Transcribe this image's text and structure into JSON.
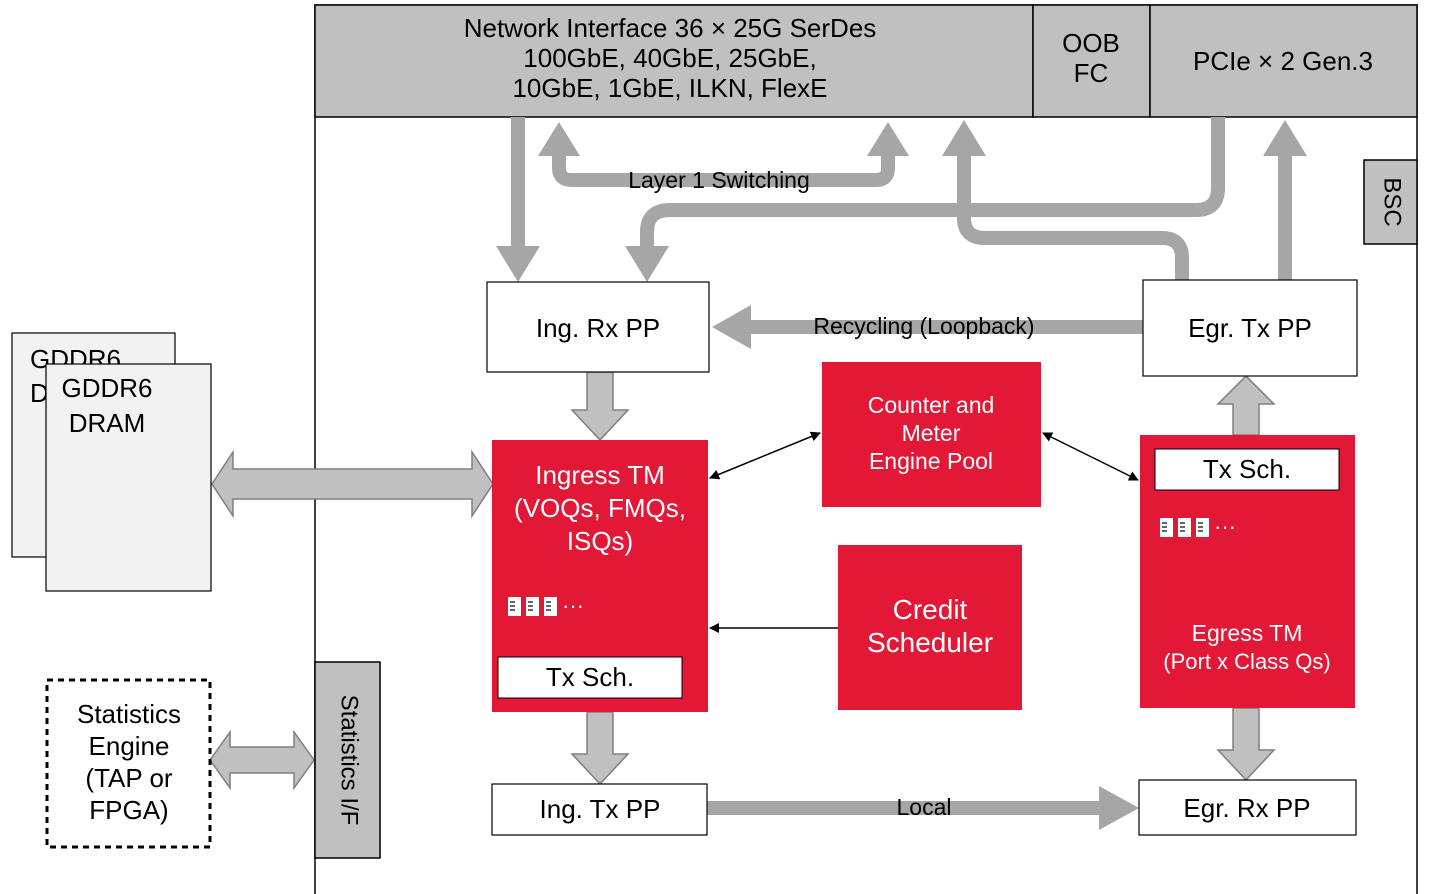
{
  "network_interface": {
    "line1": "Network Interface 36 × 25G SerDes",
    "line2": "100GbE, 40GbE, 25GbE,",
    "line3": "10GbE, 1GbE, ILKN, FlexE"
  },
  "oob_fc": {
    "line1": "OOB",
    "line2": "FC"
  },
  "pcie": {
    "label": "PCIe × 2 Gen.3"
  },
  "bsc": {
    "label": "BSC"
  },
  "layer1_switching": {
    "label": "Layer 1 Switching"
  },
  "ing_rx_pp": {
    "label": "Ing. Rx PP"
  },
  "egr_tx_pp": {
    "label": "Egr. Tx PP"
  },
  "recycling": {
    "label": "Recycling (Loopback)"
  },
  "gddr6_back": {
    "line1": "GDDR6",
    "line2": "DRAM"
  },
  "gddr6_front": {
    "line1": "GDDR6",
    "line2": "DRAM"
  },
  "ingress_tm": {
    "line1": "Ingress TM",
    "line2": "(VOQs, FMQs,",
    "line3": "ISQs)",
    "tx_sch": "Tx Sch.",
    "ellipsis": "···"
  },
  "counter_meter": {
    "line1": "Counter and",
    "line2": "Meter",
    "line3": "Engine Pool"
  },
  "credit_scheduler": {
    "line1": "Credit",
    "line2": "Scheduler"
  },
  "egress_tm": {
    "tx_sch": "Tx Sch.",
    "ellipsis": "···",
    "line1": "Egress TM",
    "line2": "(Port x Class Qs)"
  },
  "statistics_engine": {
    "line1": "Statistics",
    "line2": "Engine",
    "line3": "(TAP or",
    "line4": "FPGA)"
  },
  "statistics_if": {
    "label": "Statistics I/F"
  },
  "ing_tx_pp": {
    "label": "Ing. Tx PP"
  },
  "egr_rx_pp": {
    "label": "Egr. Rx PP"
  },
  "local": {
    "label": "Local"
  },
  "colors": {
    "block_red": "#e31837",
    "interface_gray": "#c0c0c0",
    "arrow_gray": "#a6a6a6",
    "dram_fill": "#f2f2f2"
  }
}
